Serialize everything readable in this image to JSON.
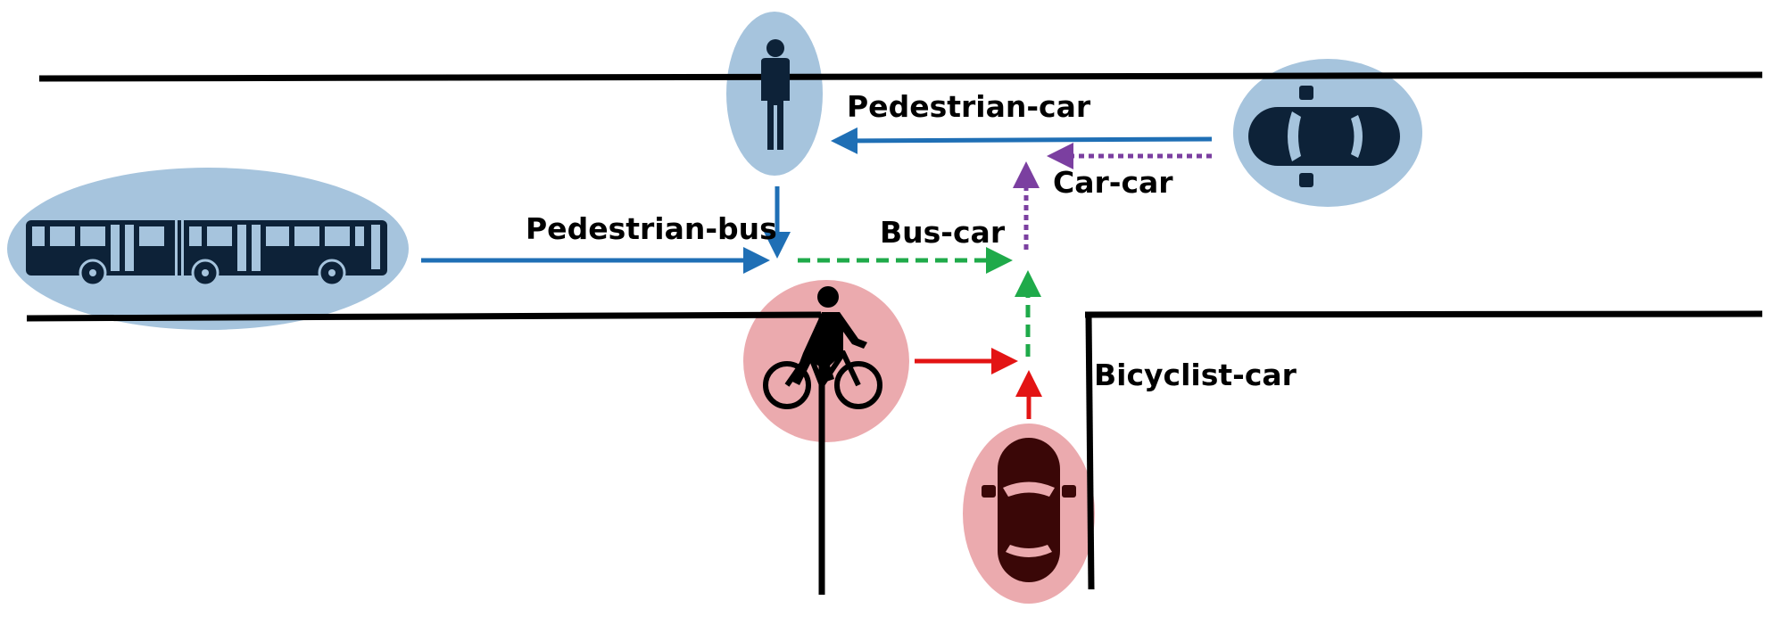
{
  "labels": {
    "pedestrian_car": "Pedestrian-car",
    "car_car": "Car-car",
    "pedestrian_bus": "Pedestrian-bus",
    "bus_car": "Bus-car",
    "bicyclist_car": "Bicyclist-car"
  },
  "icons": {
    "pedestrian": "pedestrian-icon",
    "bus": "bus-icon",
    "car_right": "car-top-view-icon",
    "bicyclist": "bicyclist-icon",
    "car_bottom": "car-top-view-icon"
  },
  "colors": {
    "blue_zone": "#a6c4dd",
    "red_zone": "#ebaaae",
    "blue_arrow": "#1f6fb5",
    "green_arrow": "#1faa4a",
    "purple_arrow": "#7b3fa0",
    "red_arrow": "#e31414",
    "icon_dark": "#0d2238",
    "car_dark": "#3a0707",
    "road": "#000000"
  }
}
